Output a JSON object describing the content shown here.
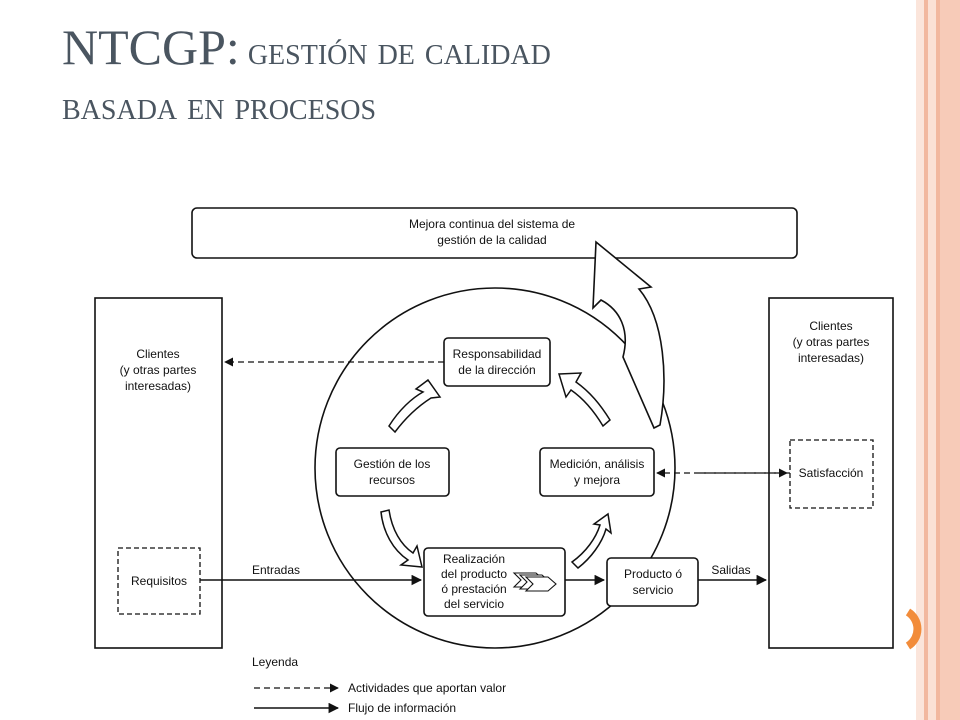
{
  "slide": {
    "title_prefix": "NTCGP:",
    "title_line1": "gestión de calidad",
    "title_line2": "basada en procesos"
  },
  "diagram": {
    "top_box": [
      "Mejora continua del sistema de",
      "gestión de la calidad"
    ],
    "left_clients": [
      "Clientes",
      "(y otras partes",
      "interesadas)"
    ],
    "right_clients": [
      "Clientes",
      "(y otras partes",
      "interesadas)"
    ],
    "requisitos": "Requisitos",
    "satisfaccion": "Satisfacción",
    "responsabilidad": [
      "Responsabilidad",
      "de la dirección"
    ],
    "gestion_recursos": [
      "Gestión de los",
      "recursos"
    ],
    "medicion": [
      "Medición, análisis",
      "y mejora"
    ],
    "realizacion": [
      "Realización",
      "del producto",
      "ó prestación",
      "del servicio"
    ],
    "producto": [
      "Producto ó",
      "servicio"
    ],
    "entradas": "Entradas",
    "salidas": "Salidas"
  },
  "legend": {
    "title": "Leyenda",
    "dashed": "Actividades que aportan valor",
    "solid": "Flujo de información"
  },
  "colors": {
    "title": "#4a5560",
    "stripe_light": "#fbe3d8",
    "stripe_mid": "#f5c3ad",
    "stripe_dark": "#eea88a",
    "accent_orange": "#f28c3a"
  }
}
